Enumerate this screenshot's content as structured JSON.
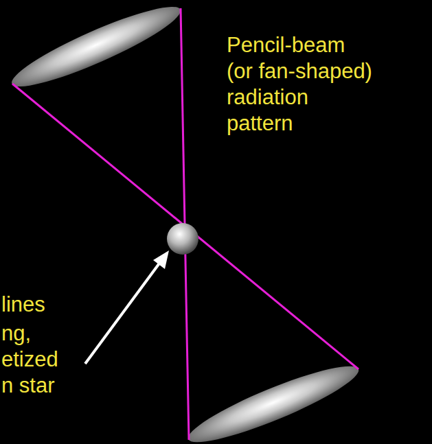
{
  "diagram": {
    "labels": [
      "Pencil-beam (or fan-shaped) radiation pattern",
      "lines",
      "ng, etized n star"
    ]
  }
}
